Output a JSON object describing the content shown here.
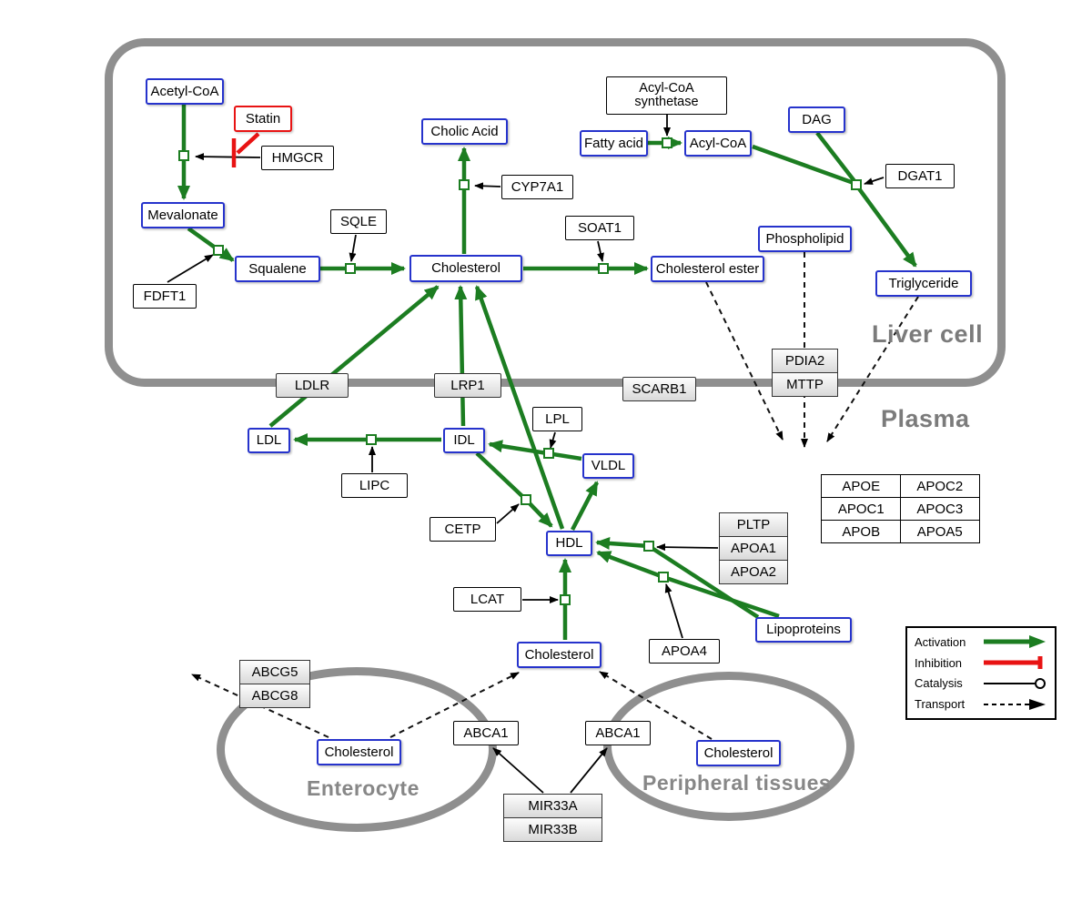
{
  "regions": {
    "liver": "Liver cell",
    "plasma": "Plasma",
    "enterocyte": "Enterocyte",
    "peripheral": "Peripheral tissues"
  },
  "nodes": {
    "acetyl_coa": "Acetyl-CoA",
    "statin": "Statin",
    "hmgcr": "HMGCR",
    "mevalonate": "Mevalonate",
    "fdft1": "FDFT1",
    "squalene": "Squalene",
    "sqle": "SQLE",
    "cholesterol_liver": "Cholesterol",
    "cholic_acid": "Cholic Acid",
    "cyp7a1": "CYP7A1",
    "soat1": "SOAT1",
    "cholesterol_ester": "Cholesterol ester",
    "acyl_coa_synthetase_l1": "Acyl-CoA",
    "acyl_coa_synthetase_l2": "synthetase",
    "fatty_acid": "Fatty acid",
    "acyl_coa": "Acyl-CoA",
    "dag": "DAG",
    "dgat1": "DGAT1",
    "phospholipid": "Phospholipid",
    "triglyceride": "Triglyceride",
    "ldlr": "LDLR",
    "lrp1": "LRP1",
    "scarb1": "SCARB1",
    "pdia2": "PDIA2",
    "mttp": "MTTP",
    "ldl": "LDL",
    "idl": "IDL",
    "lipc": "LIPC",
    "lpl": "LPL",
    "vldl": "VLDL",
    "cetp": "CETP",
    "hdl": "HDL",
    "lcat": "LCAT",
    "pltp": "PLTP",
    "apoa1": "APOA1",
    "apoa2": "APOA2",
    "apoa4": "APOA4",
    "lipoproteins": "Lipoproteins",
    "cholesterol_plasma": "Cholesterol",
    "abcg5": "ABCG5",
    "abcg8": "ABCG8",
    "cholesterol_enterocyte": "Cholesterol",
    "abca1_left": "ABCA1",
    "abca1_right": "ABCA1",
    "cholesterol_peripheral": "Cholesterol",
    "mir33a": "MIR33A",
    "mir33b": "MIR33B"
  },
  "apo": {
    "rows": [
      [
        "APOE",
        "APOC2"
      ],
      [
        "APOC1",
        "APOC3"
      ],
      [
        "APOB",
        "APOA5"
      ]
    ]
  },
  "legend": {
    "activation": "Activation",
    "inhibition": "Inhibition",
    "catalysis": "Catalysis",
    "transport": "Transport"
  },
  "colors": {
    "activation_green": "#1c7d21",
    "inhibition_red": "#e81313",
    "metabolite_blue": "#2633cc",
    "membrane_gray": "#8f8f8f"
  }
}
